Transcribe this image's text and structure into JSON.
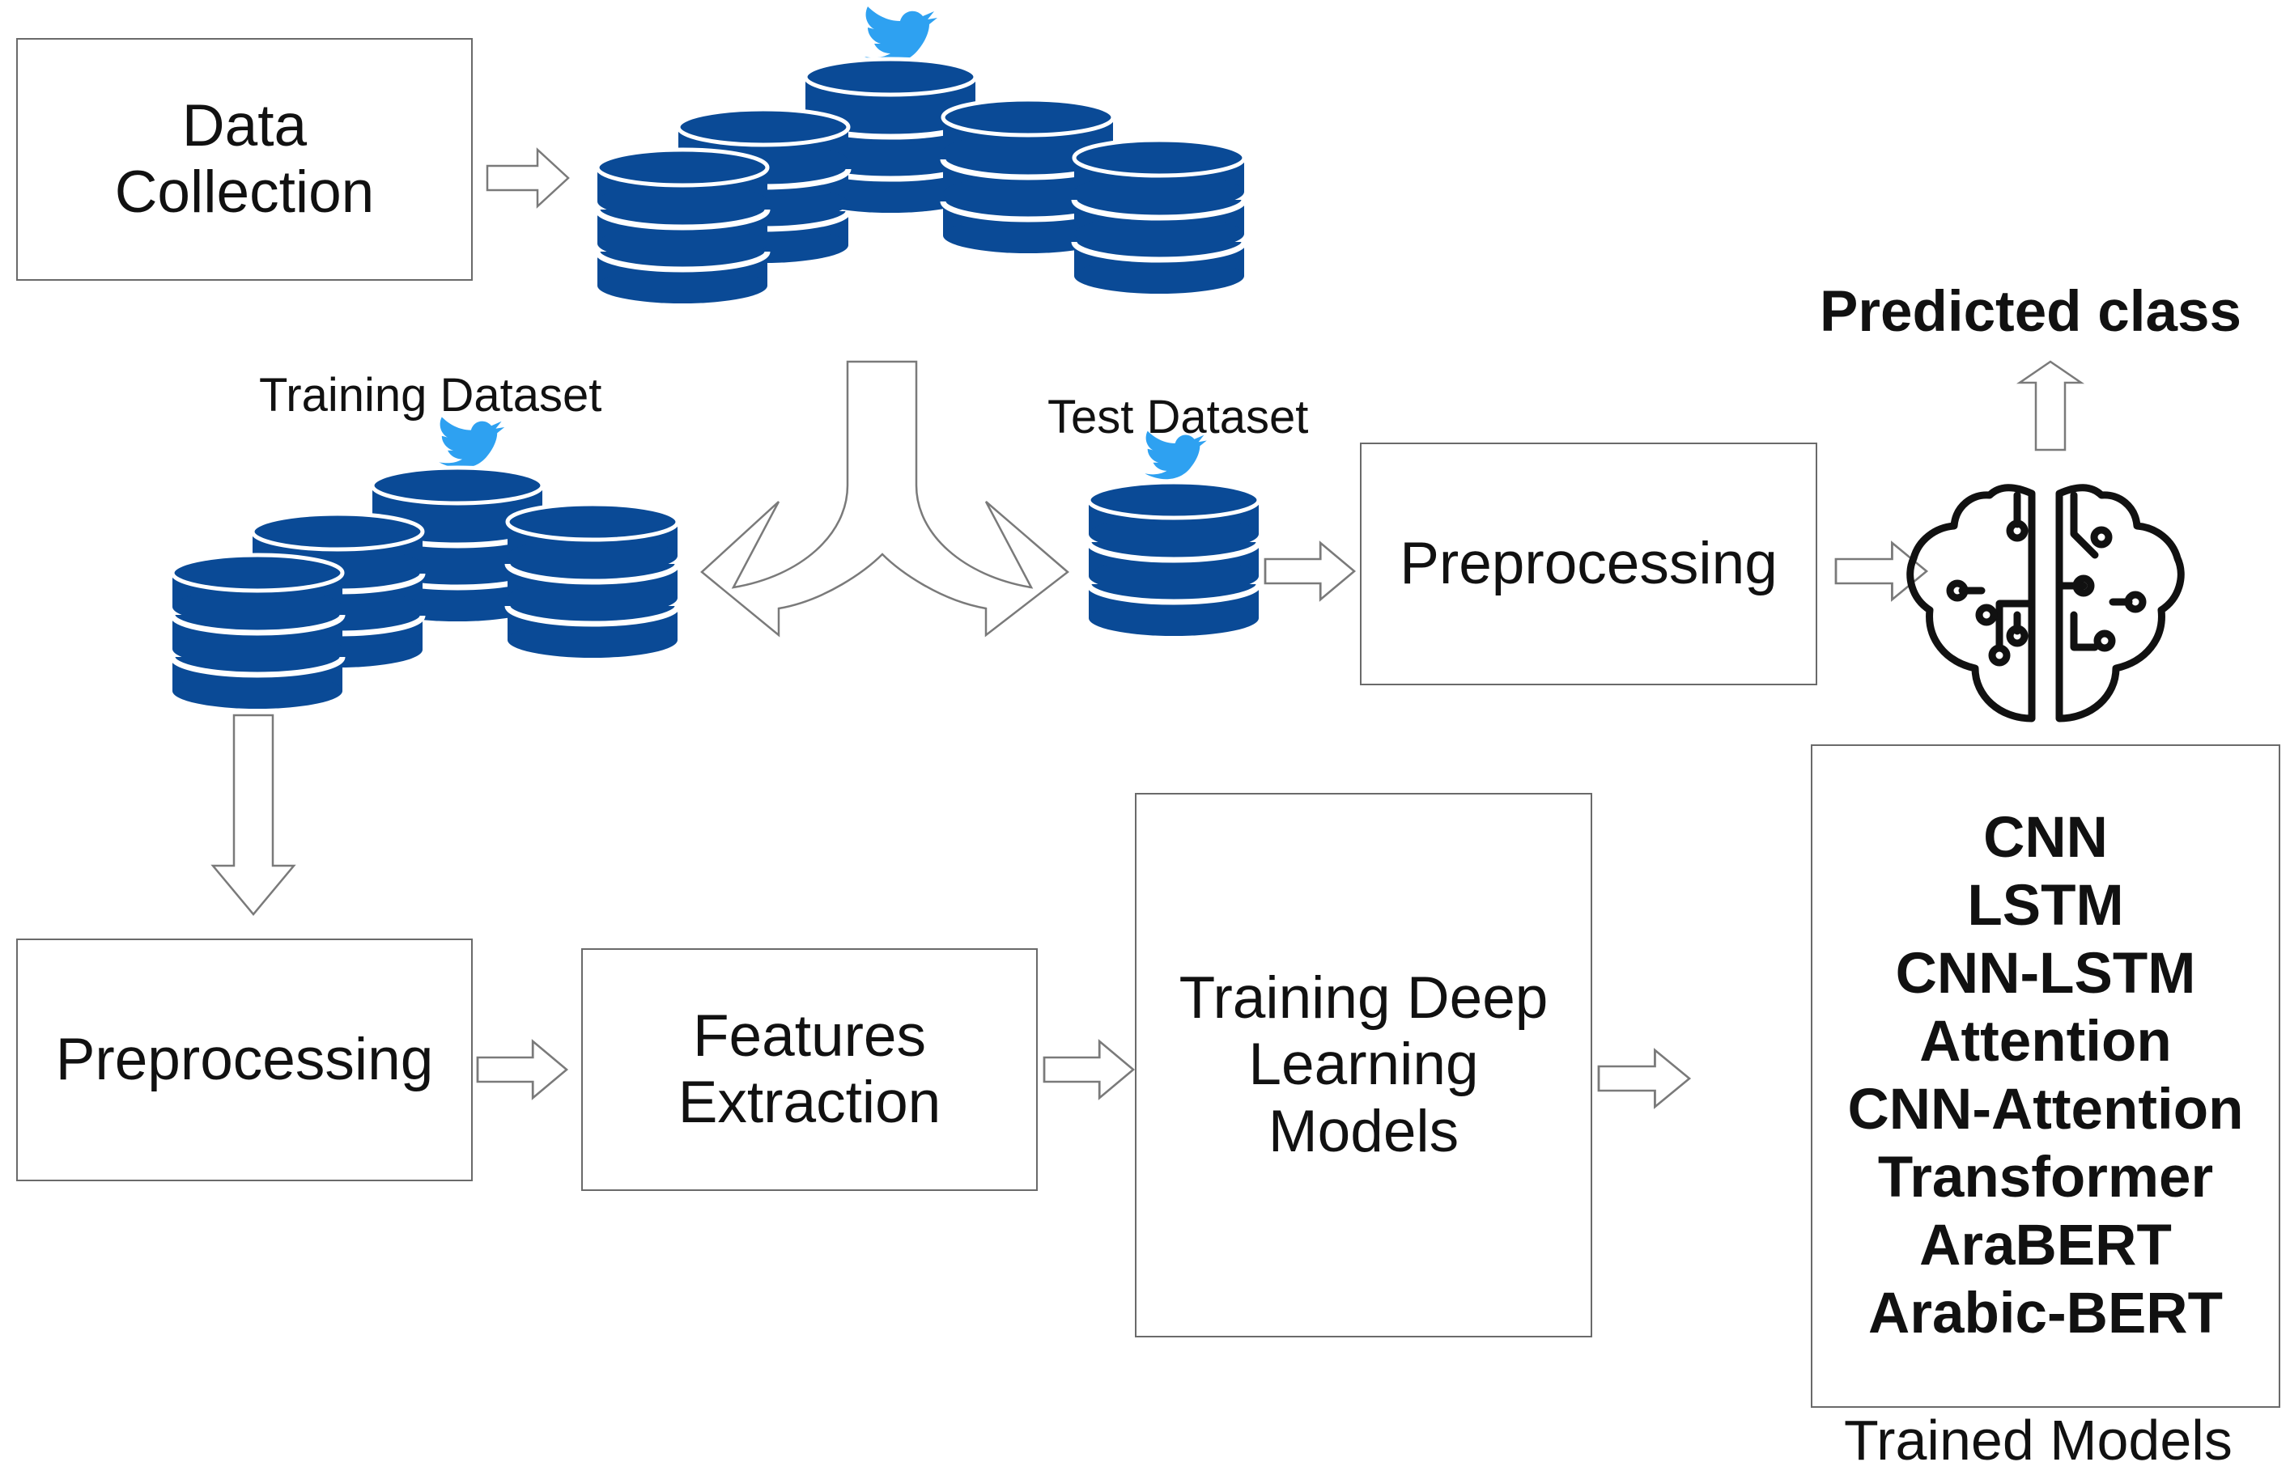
{
  "colors": {
    "database": "#0a4a96",
    "bird": "#2ea1f1",
    "arrow_stroke": "#7a7a7a",
    "box_border": "#6a6a6a"
  },
  "boxes": {
    "data_collection": "Data\nCollection",
    "test_preprocessing": "Preprocessing",
    "train_preprocessing": "Preprocessing",
    "features_extraction": "Features\nExtraction",
    "training_models": "Training Deep\nLearning\nModels"
  },
  "labels": {
    "training_dataset": "Training Dataset",
    "test_dataset": "Test Dataset",
    "predicted_class": "Predicted class",
    "trained_models": "Trained Models"
  },
  "models": [
    "CNN",
    "LSTM",
    "CNN-LSTM",
    "Attention",
    "CNN-Attention",
    "Transformer",
    "AraBERT",
    "Arabic-BERT"
  ],
  "icons": [
    "twitter-bird-icon",
    "database-icon",
    "brain-circuit-icon"
  ]
}
